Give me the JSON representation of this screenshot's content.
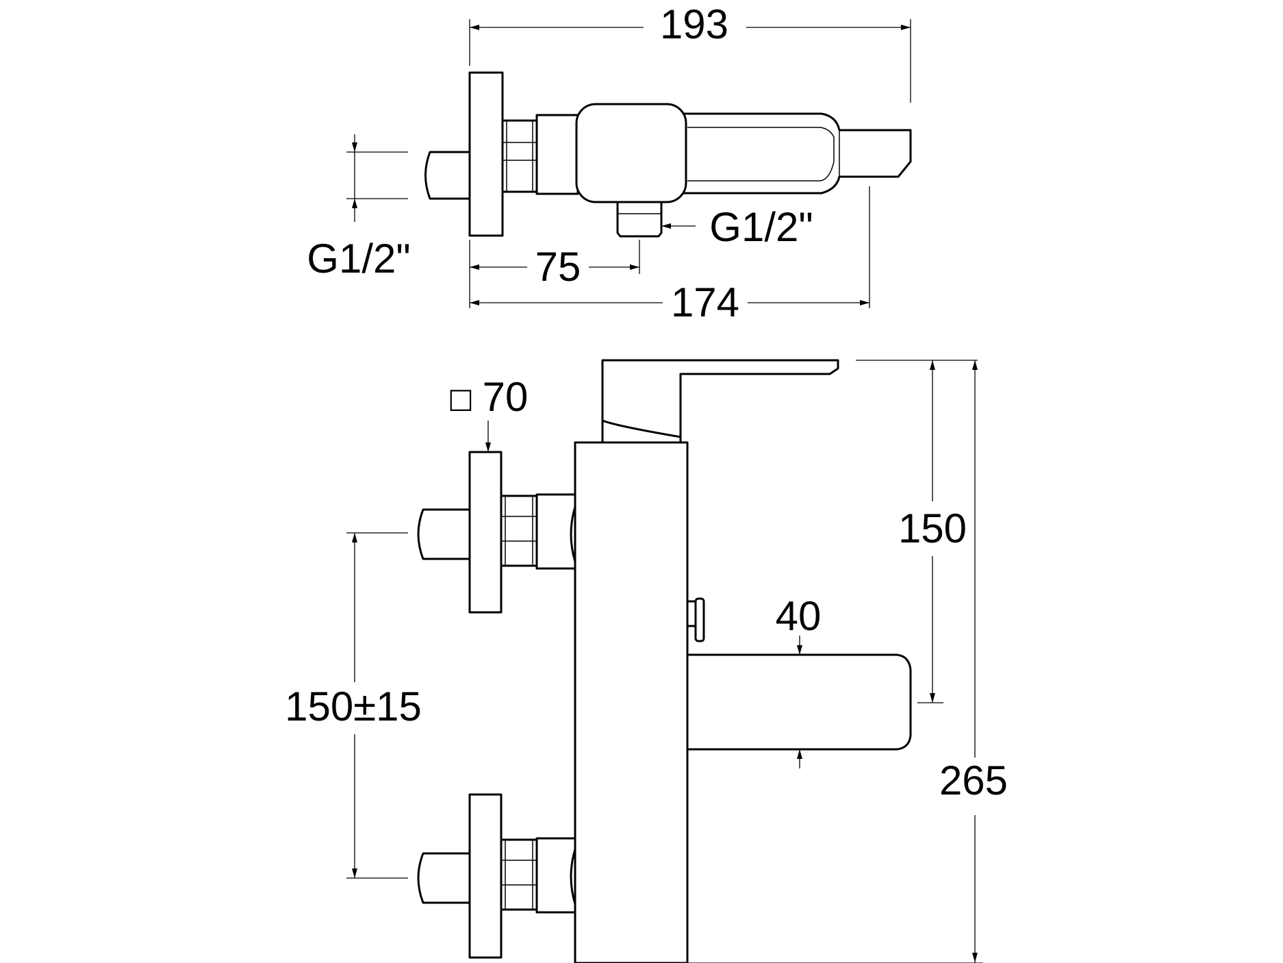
{
  "dimensions": {
    "top_overall_length": "193",
    "top_inlet_thread": "G1/2\"",
    "top_outlet_thread": "G1/2\"",
    "top_outlet_offset": "75",
    "top_spout_length": "174",
    "flange_size_symbol": "□",
    "flange_size": "70",
    "spout_height": "150",
    "spout_thickness": "40",
    "inlet_centers": "150±15",
    "overall_height": "265"
  },
  "colors": {
    "line": "#000000",
    "background": "#ffffff"
  }
}
